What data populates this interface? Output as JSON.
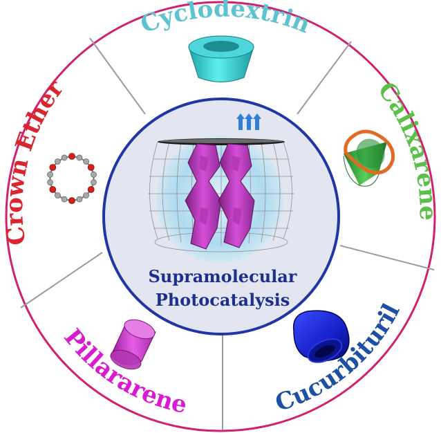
{
  "center": {
    "line1": "Supramolecular",
    "line2": "Photocatalysis"
  },
  "hosts": [
    {
      "name": "Cyclodextrin",
      "color": "#5cc3cf",
      "icon": "cyclodextrin-truncated-cone-icon"
    },
    {
      "name": "Calixarene",
      "color": "#5bbf4a",
      "icon": "calixarene-cup-icon"
    },
    {
      "name": "Cucurbituril",
      "color": "#1d4fa3",
      "icon": "cucurbituril-barrel-icon"
    },
    {
      "name": "Pillararene",
      "color": "#d81bd0",
      "icon": "pillararene-cylinder-icon"
    },
    {
      "name": "Crown Ether",
      "color": "#d9262e",
      "icon": "crown-ether-ring-icon"
    }
  ],
  "colors": {
    "outer_ring": "#d0206e",
    "inner_ring": "#2036a6",
    "divider": "#9a9aa6",
    "center_fill": "#e3e6f0",
    "arrows": "#2f7fd6"
  }
}
